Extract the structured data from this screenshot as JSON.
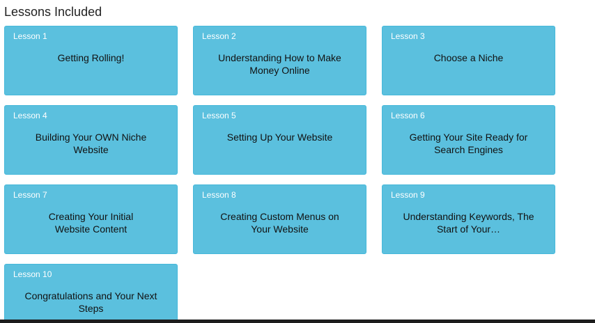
{
  "section": {
    "title": "Lessons Included"
  },
  "lessons": [
    {
      "number": "Lesson 1",
      "title": "Getting Rolling!"
    },
    {
      "number": "Lesson 2",
      "title": "Understanding How to Make Money Online"
    },
    {
      "number": "Lesson 3",
      "title": "Choose a Niche"
    },
    {
      "number": "Lesson 4",
      "title": "Building Your OWN Niche Website"
    },
    {
      "number": "Lesson 5",
      "title": "Setting Up Your Website"
    },
    {
      "number": "Lesson 6",
      "title": "Getting Your Site Ready for Search Engines"
    },
    {
      "number": "Lesson 7",
      "title": "Creating Your Initial Website Content"
    },
    {
      "number": "Lesson 8",
      "title": "Creating Custom Menus on Your Website"
    },
    {
      "number": "Lesson 9",
      "title": "Understanding Keywords, The Start of Your…"
    },
    {
      "number": "Lesson 10",
      "title": "Congratulations and Your Next Steps"
    }
  ],
  "colors": {
    "card_background": "#5bc0de",
    "card_border": "#46b8da",
    "lesson_number_text": "#ffffff",
    "lesson_title_text": "#111111"
  }
}
